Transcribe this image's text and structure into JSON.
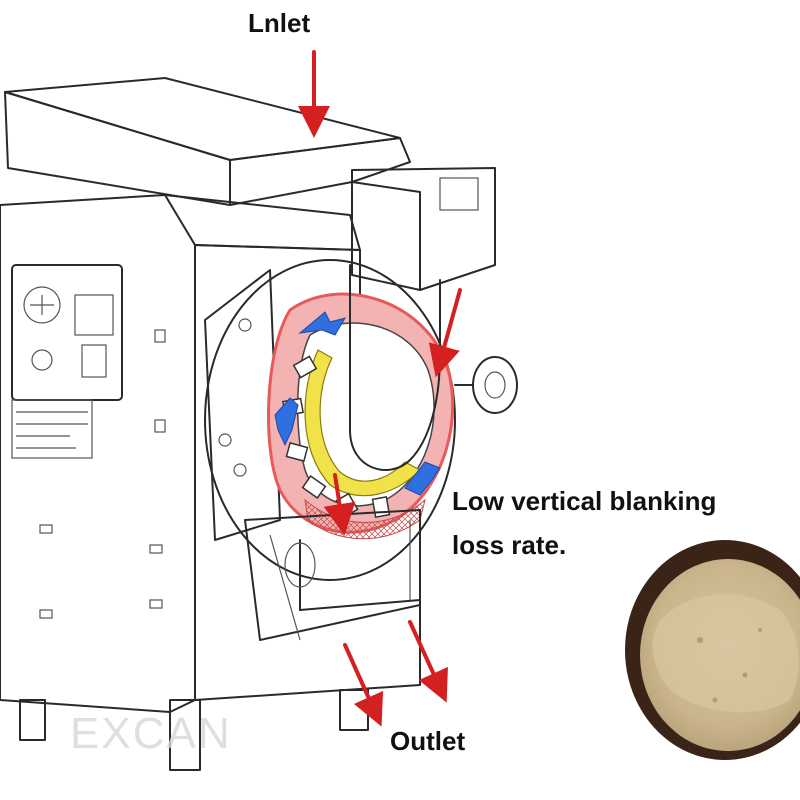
{
  "labels": {
    "inlet": "Lnlet",
    "blanking_line1": "Low vertical blanking",
    "blanking_line2": "loss rate.",
    "outlet": "Outlet"
  },
  "watermark": "EXCAN",
  "icons": [
    "red-arrow-icon",
    "blue-arrow-icon",
    "powder-plate-icon"
  ],
  "colors": {
    "arrow_red": "#d42020",
    "airflow_blue": "#2f6fe0",
    "rotor_yellow": "#f2e24a",
    "chamber_red": "#e85a5a",
    "powder": "#cdb992",
    "plate": "#3a2418"
  }
}
